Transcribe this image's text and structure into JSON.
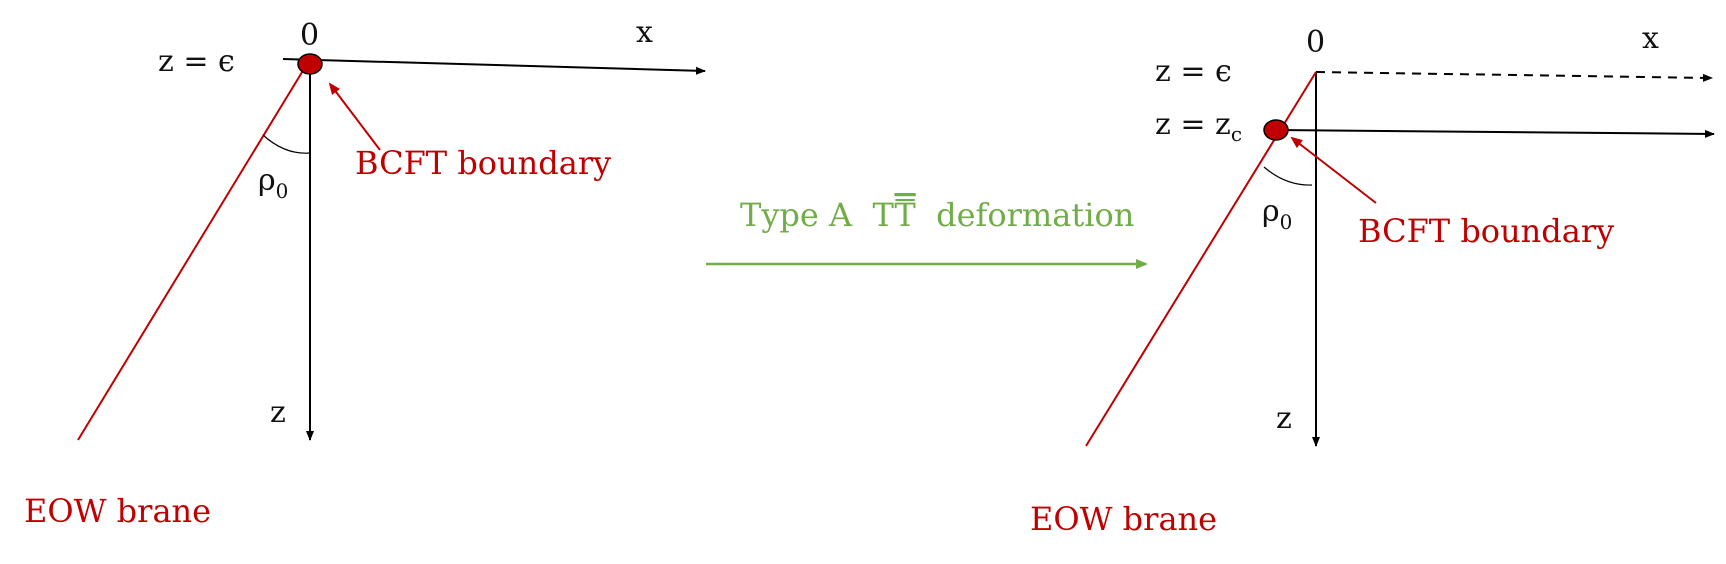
{
  "colors": {
    "brane_red": "#c00000",
    "arrow_green": "#70ad47",
    "axis_black": "#000000"
  },
  "left_panel": {
    "origin_label": "0",
    "x_axis_label": "x",
    "z_axis_label": "z",
    "cutoff_label": "z = ϵ",
    "angle_label": "ρ",
    "angle_subscript": "0",
    "boundary_label": "BCFT boundary",
    "brane_label": "EOW brane"
  },
  "transition": {
    "label_prefix": "Type A  T",
    "label_overlined": "T",
    "label_suffix": "  deformation"
  },
  "right_panel": {
    "origin_label": "0",
    "x_axis_label": "x",
    "z_axis_label": "z",
    "cutoff_label": "z = ϵ",
    "zc_label": "z = z",
    "zc_subscript": "c",
    "angle_label": "ρ",
    "angle_subscript": "0",
    "boundary_label": "BCFT boundary",
    "brane_label": "EOW brane"
  }
}
